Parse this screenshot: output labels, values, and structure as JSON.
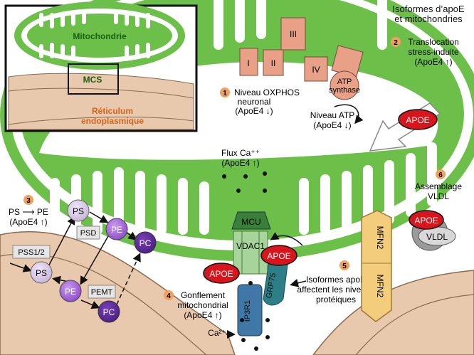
{
  "title": {
    "line1": "Isoformes d’apoE",
    "line2": "et mitochondries"
  },
  "inset": {
    "mito": "Mitochondrie",
    "mcs": "MCS",
    "er1": "Réticulum",
    "er2": "endoplasmique"
  },
  "complexes": {
    "c1": "I",
    "c2": "II",
    "c3": "III",
    "c4": "IV",
    "atp1": "ATP",
    "atp2": "synthase"
  },
  "steps": {
    "s1": {
      "num": "1",
      "l1": "Niveau OXPHOS",
      "l2": "neuronal",
      "l3": "(ApoE4 ↓)"
    },
    "atp": {
      "l1": "Niveau ATP",
      "l2": "(ApoE4 ↓)"
    },
    "s2": {
      "num": "2",
      "l1": "Translocation",
      "l2": "stress-induite",
      "l3": "(ApoE4 ↑)"
    },
    "s3": {
      "num": "3",
      "l1": "PS ⟶ PE",
      "l2": "(ApoE4 ↑)"
    },
    "flux": {
      "l1": "Flux Ca⁺⁺",
      "l2": "(ApoE4 ↑)"
    },
    "s4": {
      "num": "4",
      "l1": "Gonflement",
      "l2": "mitochondrial",
      "l3": "(ApoE4 ↑)"
    },
    "s5": {
      "num": "5",
      "l1": "Isoformes apoE",
      "l2": "affectent les niveaux",
      "l3": "protéiques"
    },
    "s6": {
      "num": "6",
      "l1": "Assemblage",
      "l2": "VLDL"
    }
  },
  "proteins": {
    "apoe": "APOE",
    "mcu": "MCU",
    "vdac": "VDAC1",
    "grp75": "GRP75",
    "ip3r": "IP3R1",
    "mfn": "MFN2",
    "vldl": "VLDL",
    "ca": "Ca²⁺"
  },
  "lipids": {
    "ps": "PS",
    "pe": "PE",
    "pc": "PC",
    "pss": "PSS1/2",
    "psd": "PSD",
    "pemt": "PEMT"
  },
  "colors": {
    "mito_green": "#6cc04a",
    "er_tan": "#e9c9ad",
    "complex": "#e8a187",
    "apoe_red": "#d8141c",
    "lipid_purple": "#8e4bc8",
    "grp75_teal": "#2c7f86",
    "mfn_orange": "#f3cd7c"
  }
}
